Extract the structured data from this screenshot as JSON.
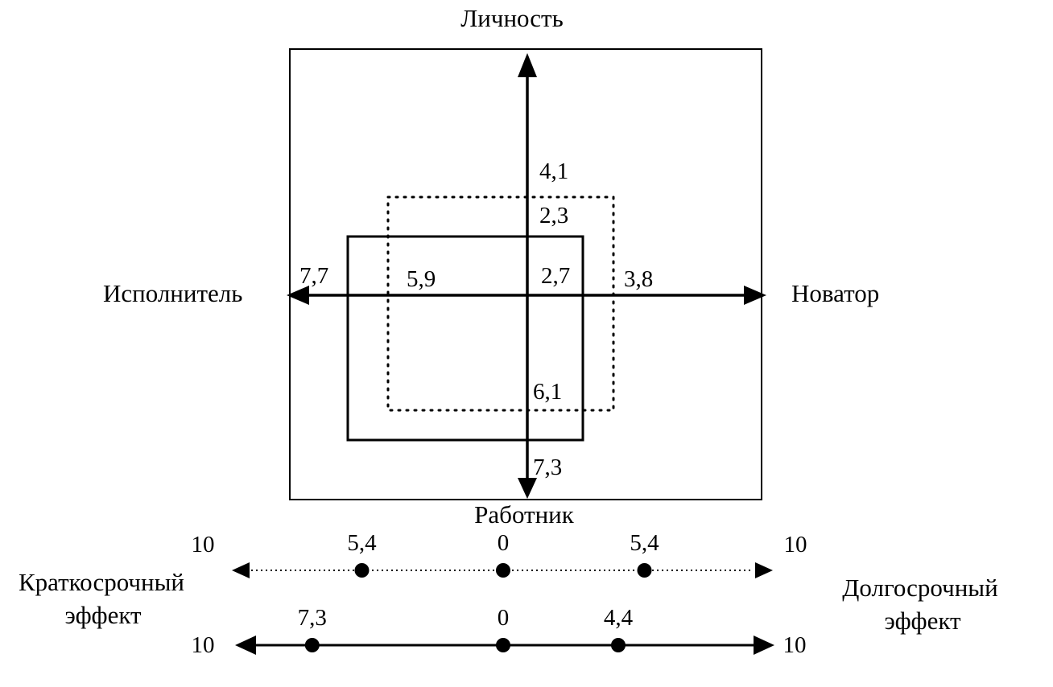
{
  "axes": {
    "top": "Личность",
    "bottom": "Работник",
    "left": "Исполнитель",
    "right": "Новатор"
  },
  "solid_box": {
    "top": "2,3",
    "left": "5,9",
    "right": "2,7",
    "bottom": "7,3"
  },
  "dotted_box": {
    "top": "4,1",
    "left": "7,7",
    "right": "3,8",
    "bottom": "6,1"
  },
  "scale": {
    "left_caption": [
      "Краткосрочный",
      "эффект"
    ],
    "right_caption": [
      "Долгосрочный",
      "эффект"
    ],
    "dotted_line": {
      "left_end": "10",
      "right_end": "10",
      "points": [
        {
          "label": "5,4",
          "value": -5.4
        },
        {
          "label": "0",
          "value": 0
        },
        {
          "label": "5,4",
          "value": 5.4
        }
      ]
    },
    "solid_line": {
      "left_end": "10",
      "right_end": "10",
      "points": [
        {
          "label": "7,3",
          "value": -7.3
        },
        {
          "label": "0",
          "value": 0
        },
        {
          "label": "4,4",
          "value": 4.4
        }
      ]
    }
  }
}
